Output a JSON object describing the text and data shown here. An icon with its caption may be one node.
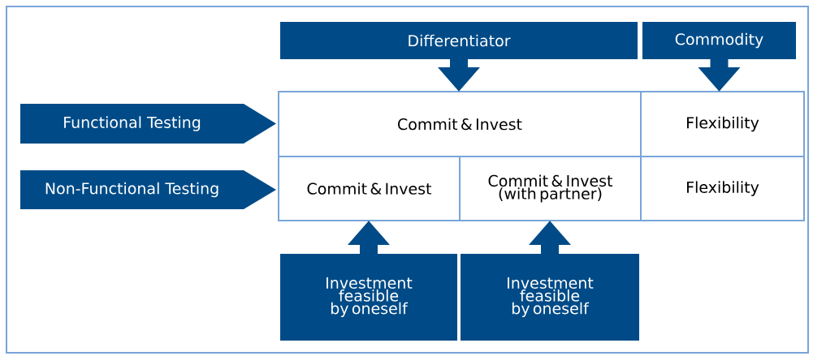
{
  "diagram": {
    "nodes": [
      {
        "text": [
          "Differentiator"
        ]
      },
      {
        "text": [
          "Commodity"
        ]
      },
      {
        "text": [
          "Functional Testing"
        ]
      },
      {
        "text": [
          "Non-Functional Testing"
        ]
      },
      {
        "text": [
          "Commit & Invest"
        ]
      },
      {
        "text": [
          "Flexibility"
        ]
      },
      {
        "text": [
          "Commit & Invest"
        ]
      },
      {
        "text": [
          "Commit & Invest (with partner)"
        ]
      },
      {
        "text": [
          "Flexibility"
        ]
      },
      {
        "text": [
          "Investment feasible by oneself"
        ]
      },
      {
        "text": [
          "Investment feasible by oneself"
        ]
      }
    ],
    "edges": [
      {
        "from": 0,
        "to": 4,
        "arrow": "to"
      },
      {
        "from": 1,
        "to": 5,
        "arrow": "to"
      },
      {
        "from": 9,
        "to": 6,
        "arrow": "to"
      },
      {
        "from": 10,
        "to": 7,
        "arrow": "to"
      }
    ]
  }
}
